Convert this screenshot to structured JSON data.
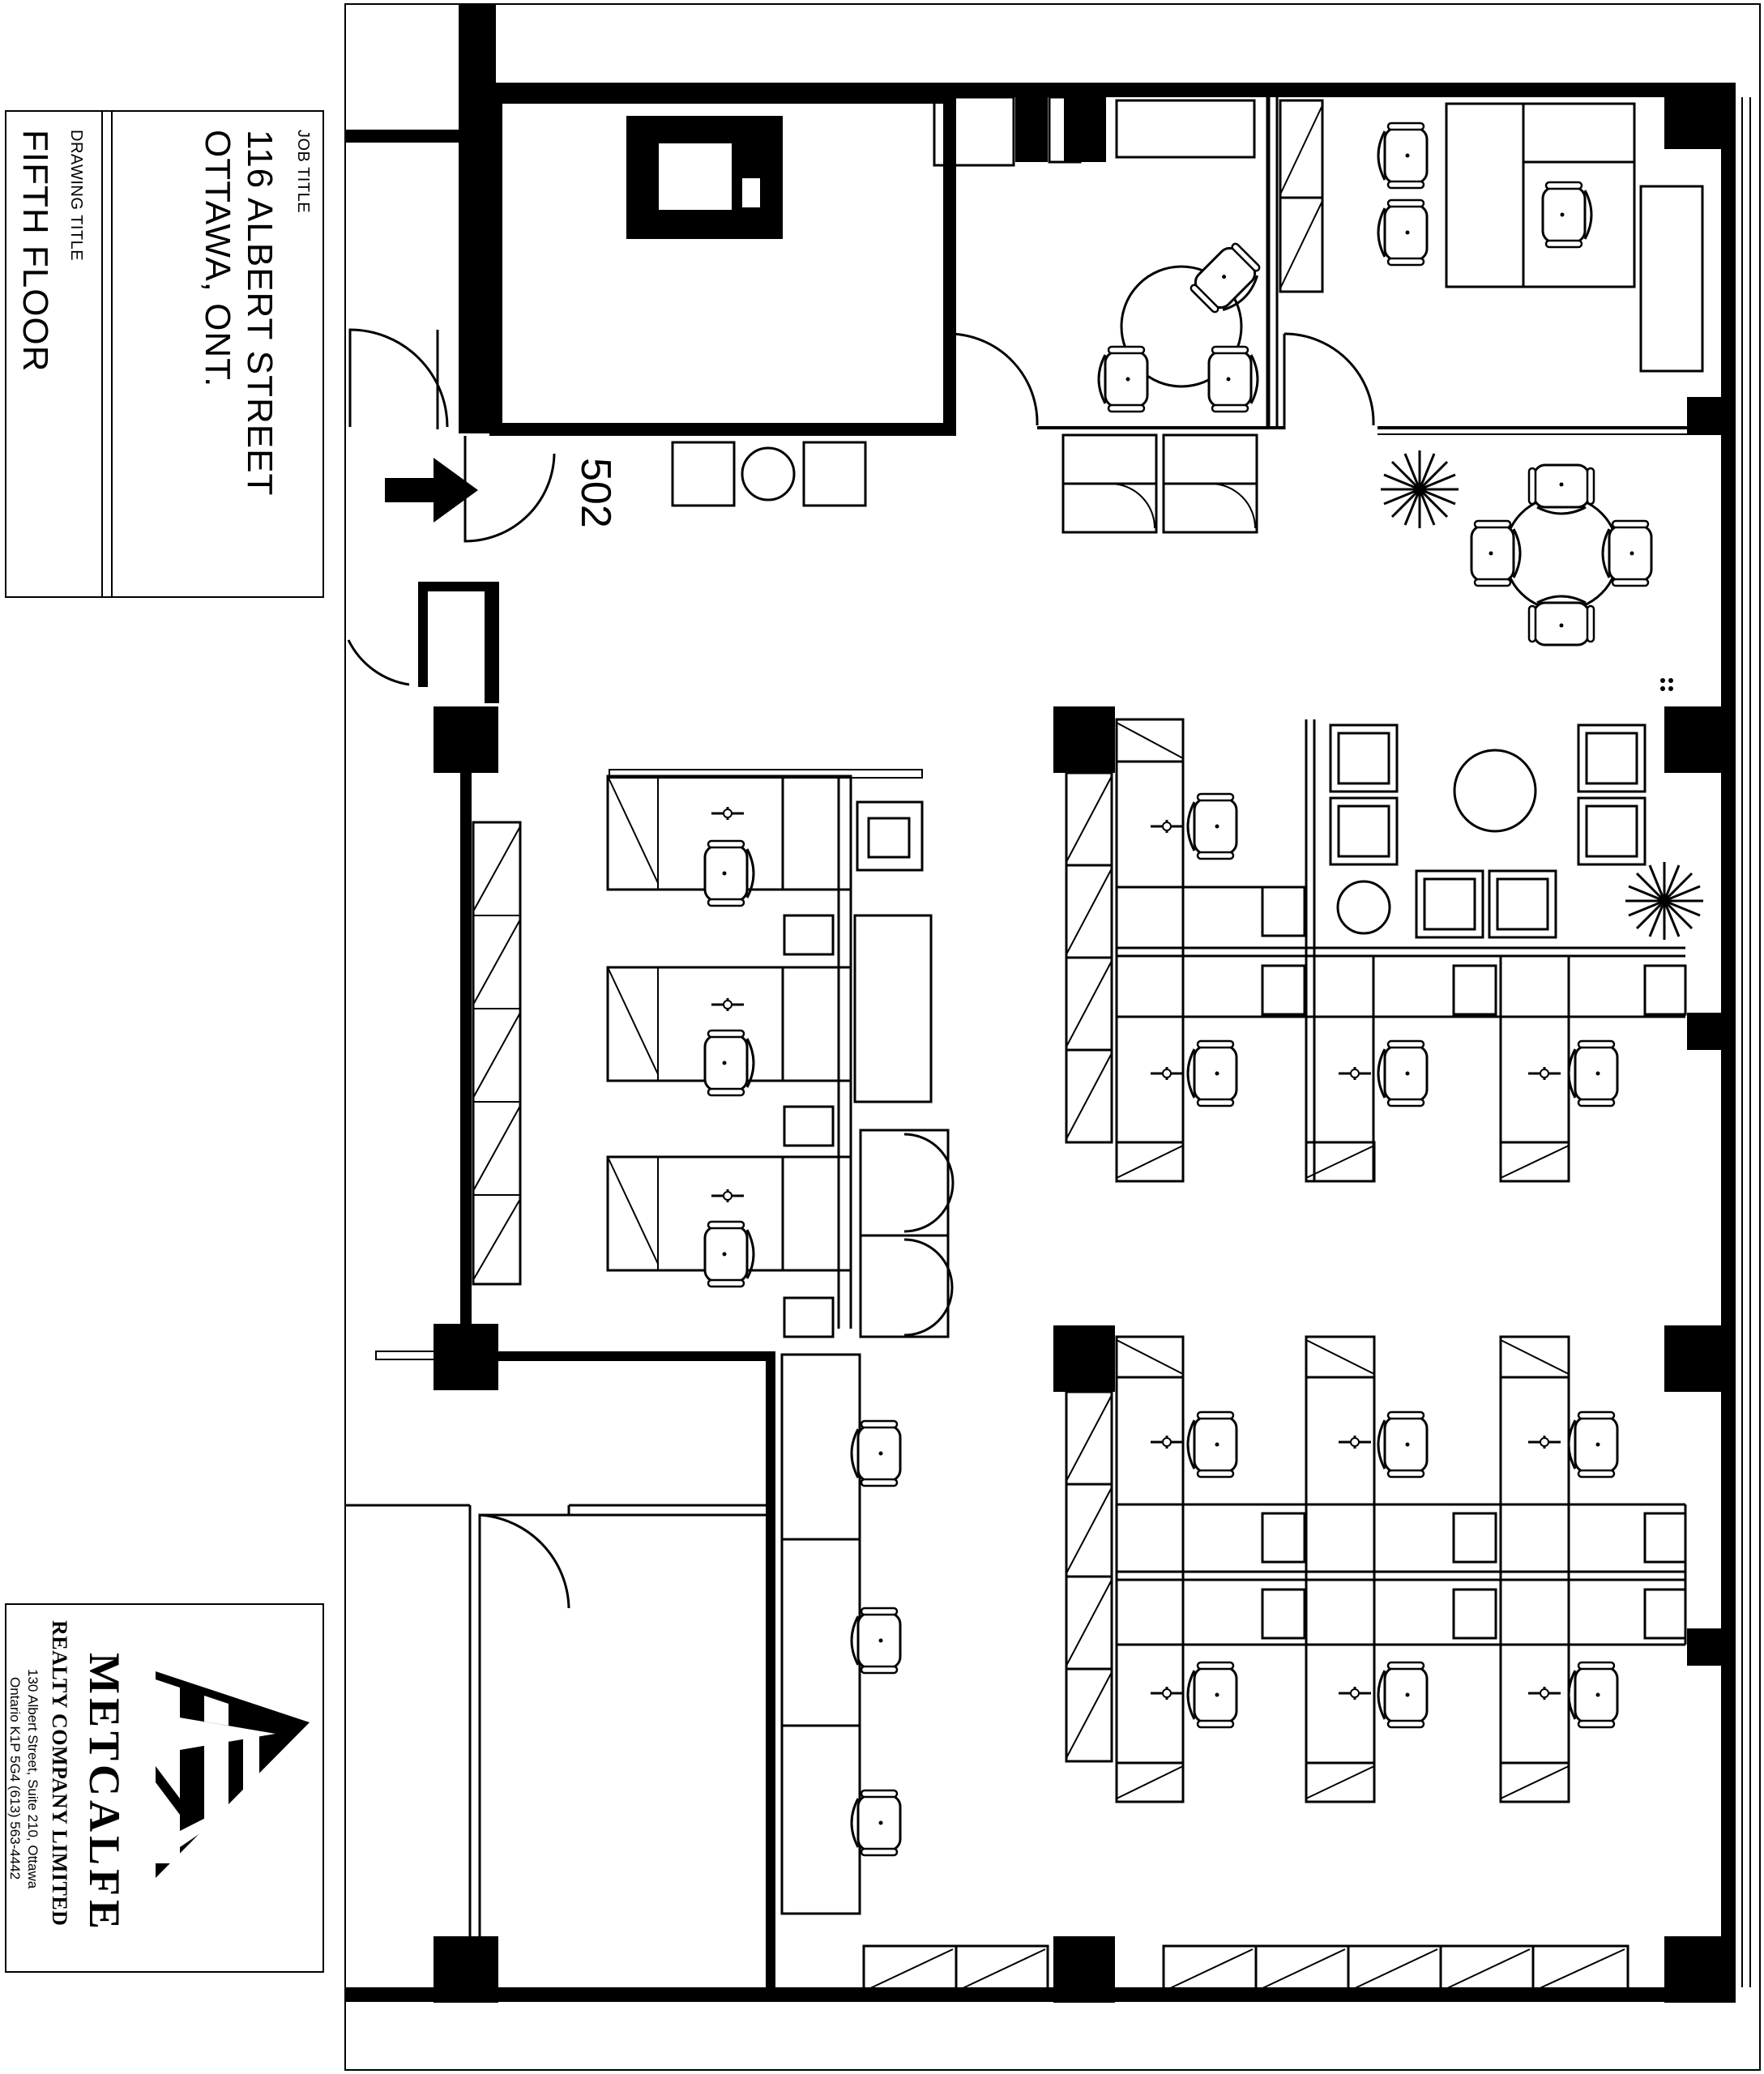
{
  "title_block": {
    "job_title_label": "JOB TITLE",
    "job_title_line1": "116 ALBERT STREET",
    "job_title_line2": "OTTAWA, ONT.",
    "drawing_title_label": "DRAWING TITLE",
    "drawing_title": "FIFTH FLOOR"
  },
  "logo": {
    "name": "METCALFE",
    "subtitle": "REALTY COMPANY LIMITED",
    "address_line1": "130 Albert Street, Suite 210, Ottawa",
    "address_line2": "Ontario K1P 5G4 (613) 563-4442"
  },
  "plan": {
    "suite_number": "502"
  }
}
